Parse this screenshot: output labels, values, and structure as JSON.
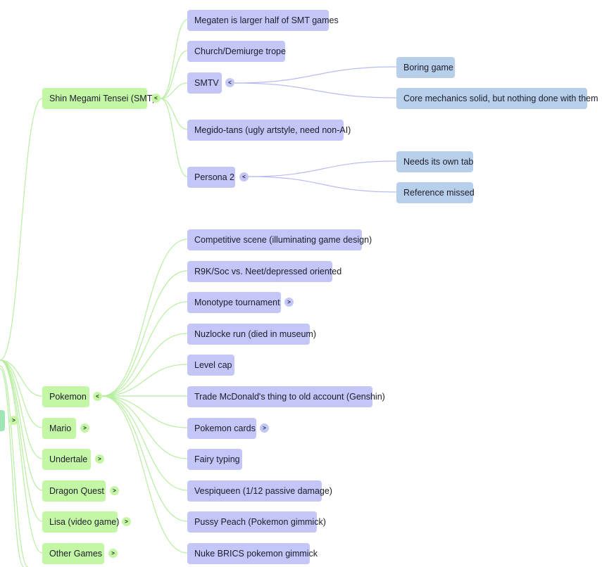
{
  "colors": {
    "green_node": "#c4f7a5",
    "purple_node": "#c3c6f7",
    "blue_node": "#b8cfeb",
    "green_link": "#b7eea0",
    "purple_link": "#b9bcf0"
  },
  "root_toggle": ">",
  "topics": {
    "smt": {
      "label": "Shin Megami Tensei (SMT)",
      "toggle": "<",
      "children": {
        "megaten": "Megaten is larger half of SMT games",
        "church": "Church/Demiurge trope",
        "smtv": {
          "label": "SMTV",
          "toggle": "<",
          "children": {
            "boring": "Boring game",
            "core": "Core mechanics solid, but nothing done with them"
          }
        },
        "megido": "Megido-tans (ugly artstyle, need non-AI)",
        "persona2": {
          "label": "Persona 2",
          "toggle": "<",
          "children": {
            "own_tab": "Needs its own tab",
            "reference": "Reference missed"
          }
        }
      }
    },
    "pokemon": {
      "label": "Pokemon",
      "toggle": "<",
      "children": {
        "competitive": "Competitive scene (illuminating game design)",
        "r9k": "R9K/Soc vs. Neet/depressed oriented",
        "monotype": {
          "label": "Monotype tournament",
          "toggle": ">"
        },
        "nuzlocke": "Nuzlocke run (died in museum)",
        "level_cap": "Level cap",
        "trade": "Trade McDonald's thing to old account (Genshin)",
        "cards": {
          "label": "Pokemon cards",
          "toggle": ">"
        },
        "fairy": "Fairy typing",
        "vespiqueen": "Vespiqueen (1/12 passive damage)",
        "pussy_peach": "Pussy Peach (Pokemon gimmick)",
        "nuke_brics": "Nuke BRICS pokemon gimmick"
      }
    },
    "mario": {
      "label": "Mario",
      "toggle": ">"
    },
    "undertale": {
      "label": "Undertale",
      "toggle": ">"
    },
    "dragon_quest": {
      "label": "Dragon Quest",
      "toggle": ">"
    },
    "lisa": {
      "label": "Lisa (video game)",
      "toggle": ">"
    },
    "other_games": {
      "label": "Other Games",
      "toggle": ">"
    }
  }
}
